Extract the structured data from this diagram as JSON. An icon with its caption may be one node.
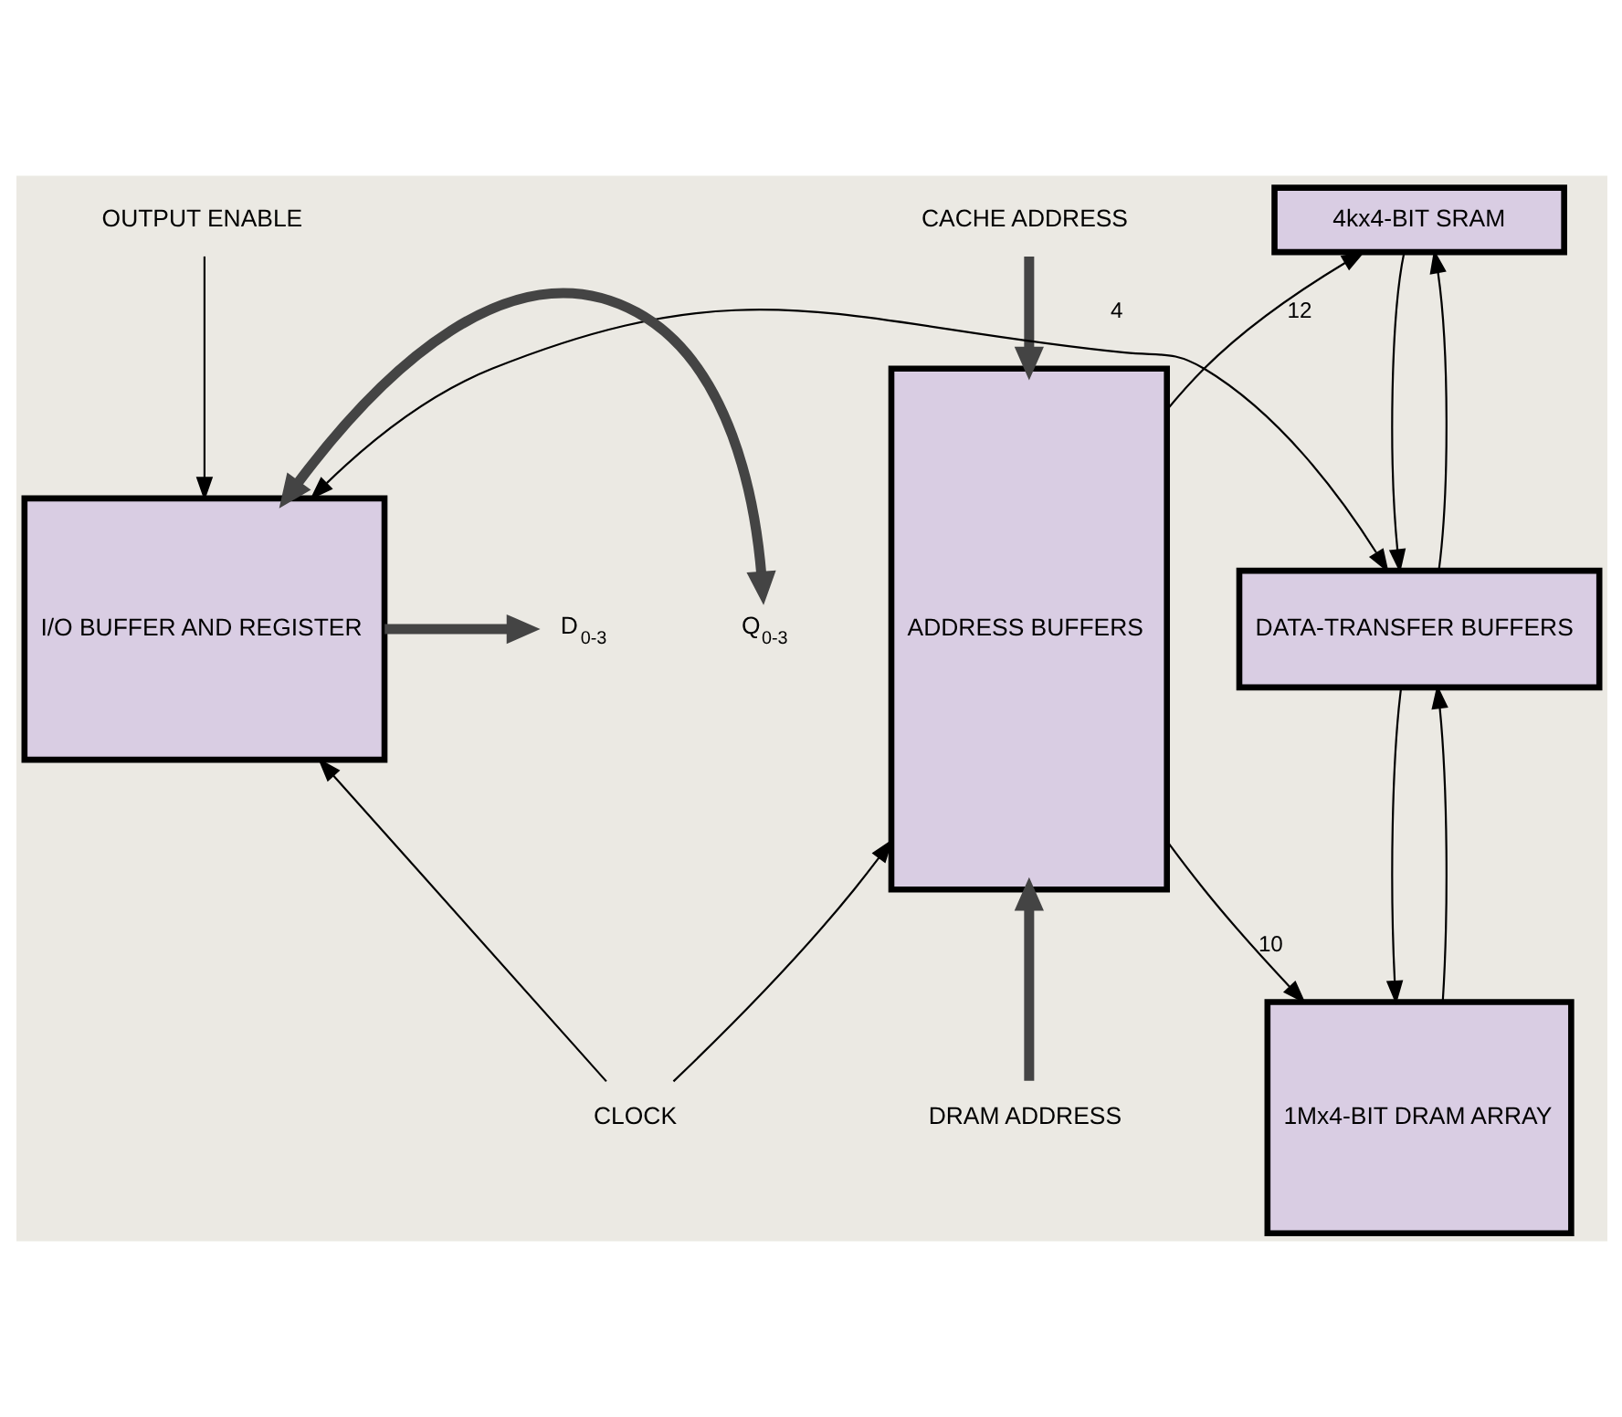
{
  "diagram": {
    "nodes": [
      {
        "text": [
          "OUTPUT ENABLE"
        ]
      },
      {
        "text": [
          "4kx4-BIT SRAM"
        ]
      },
      {
        "text": [
          "CACHE ADDRESS"
        ]
      },
      {
        "text": [
          "D$_{0-3}$"
        ]
      },
      {
        "text": [
          "I/O BUFFER AND REGISTER"
        ]
      },
      {
        "text": [
          "DATA-TRANSFER BUFFERS"
        ]
      },
      {
        "text": [
          "ADDRESS BUFFERS"
        ]
      },
      {
        "text": [
          "Q$_{0-3}$"
        ]
      },
      {
        "text": [
          "1Mx4-BIT DRAM ARRAY"
        ]
      },
      {
        "text": [
          "DRAM ADDRESS"
        ]
      },
      {
        "text": [
          "CLOCK"
        ]
      }
    ],
    "edges": [
      {
        "from": 0,
        "to": 4,
        "arrow": "to"
      },
      {
        "from": 4,
        "to": 3,
        "arrow": "to",
        "style": "thick"
      },
      {
        "from": 4,
        "to": 7,
        "arrow": "both",
        "style": "thick"
      },
      {
        "from": 4,
        "to": 5,
        "arrow": "both",
        "label": "4"
      },
      {
        "from": 1,
        "to": 5,
        "arrow": "to"
      },
      {
        "from": 5,
        "to": 1,
        "arrow": "to"
      },
      {
        "from": 5,
        "to": 8,
        "arrow": "to"
      },
      {
        "from": 8,
        "to": 5,
        "arrow": "to"
      },
      {
        "from": 6,
        "to": 1,
        "arrow": "to",
        "label": "12"
      },
      {
        "from": 6,
        "to": 8,
        "arrow": "to",
        "label": "10"
      },
      {
        "from": 2,
        "to": 6,
        "arrow": "to",
        "style": "thick"
      },
      {
        "from": 9,
        "to": 6,
        "arrow": "to",
        "style": "thick"
      },
      {
        "from": 10,
        "to": 4,
        "arrow": "to"
      },
      {
        "from": 10,
        "to": 6,
        "arrow": "to"
      }
    ]
  }
}
